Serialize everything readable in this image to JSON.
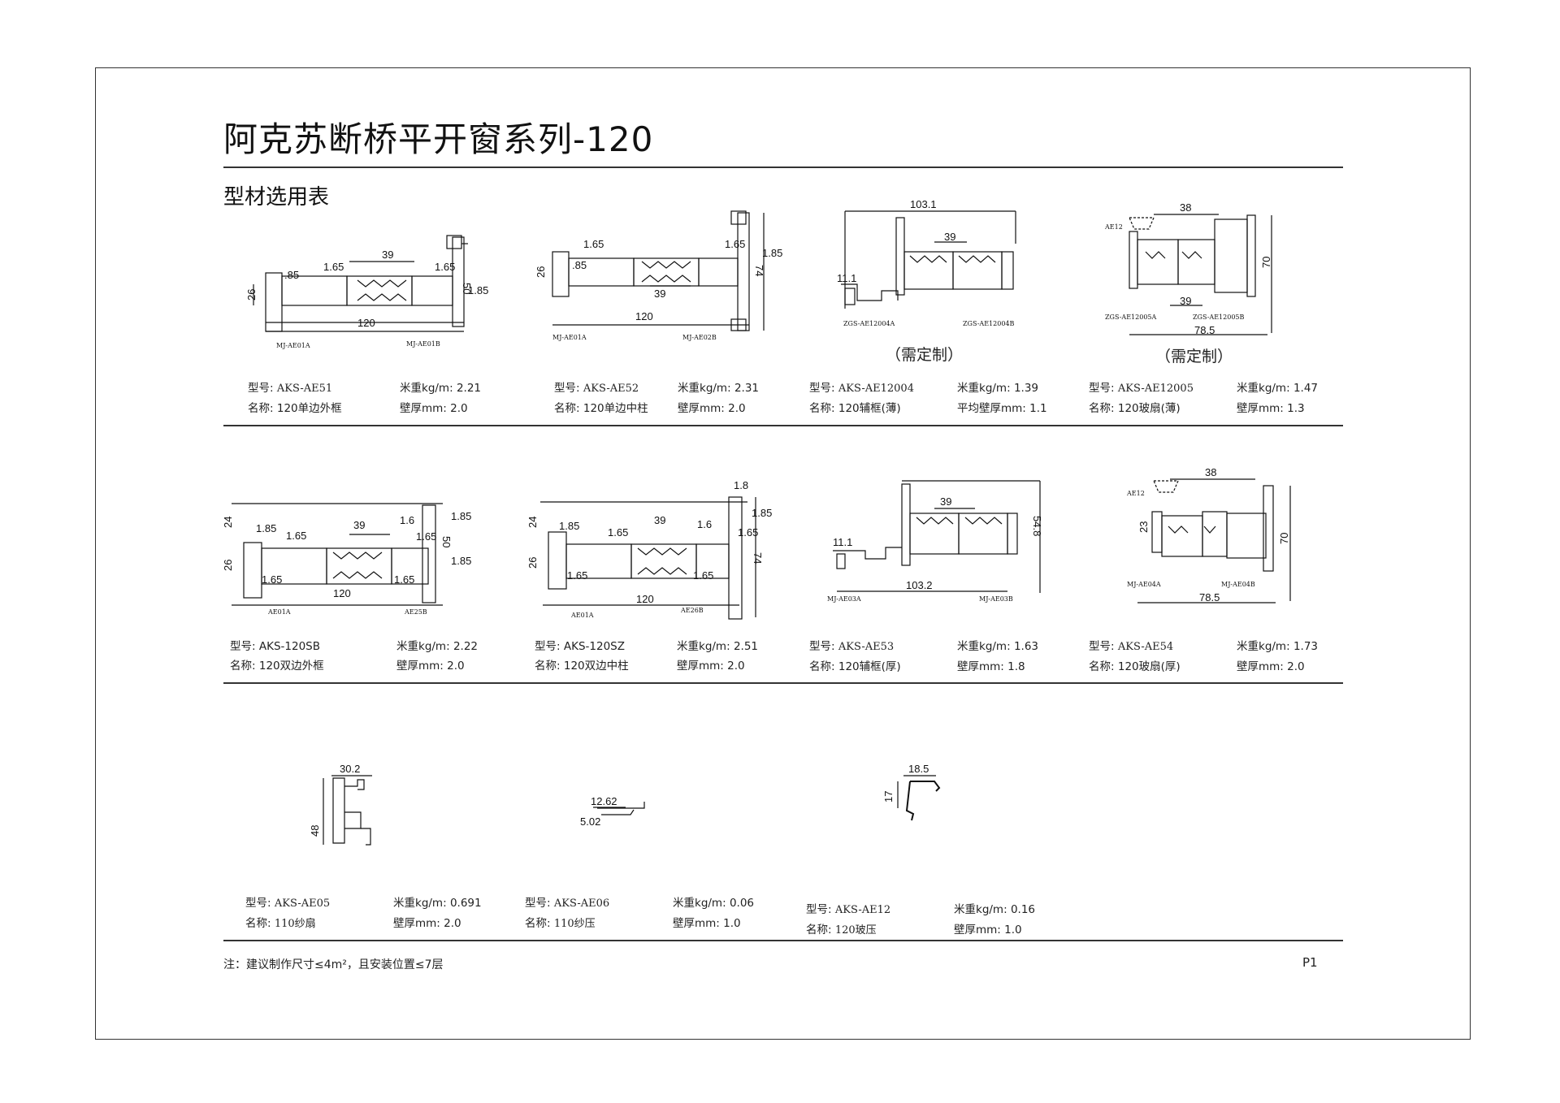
{
  "header": {
    "title": "阿克苏断桥平开窗系列-120",
    "subtitle": "型材选用表"
  },
  "labels": {
    "model": "型号:",
    "name": "名称:",
    "weight": "米重kg/m:",
    "thickness": "壁厚mm:",
    "avg_thickness": "平均壁厚mm:",
    "custom": "（需定制）"
  },
  "profiles": [
    {
      "model": "AKS-AE51",
      "weight": "2.21",
      "name": "120单边外框",
      "thickness": "2.0",
      "dims": [
        "39",
        "1.65",
        "1.65",
        "1.85",
        ".85",
        "26",
        "50",
        "120"
      ],
      "codes": [
        "MJ-AE01A",
        "MJ-AE01B"
      ]
    },
    {
      "model": "AKS-AE52",
      "weight": "2.31",
      "name": "120单边中柱",
      "thickness": "2.0",
      "dims": [
        "1.65",
        "1.65",
        "1.85",
        "26",
        ".85",
        "39",
        "74",
        "120"
      ],
      "codes": [
        "MJ-AE01A",
        "MJ-AE02B"
      ]
    },
    {
      "model": "AKS-AE12004",
      "weight": "1.39",
      "name": "120辅框(薄)",
      "thickness": "1.1",
      "dims": [
        "103.1",
        "39",
        "11.1"
      ],
      "codes": [
        "ZGS-AE12004A",
        "ZGS-AE12004B"
      ]
    },
    {
      "model": "AKS-AE12005",
      "weight": "1.47",
      "name": "120玻扇(薄)",
      "thickness": "1.3",
      "dims": [
        "38",
        "70",
        "39",
        "78.5"
      ],
      "codes": [
        "AE12",
        "ZGS-AE12005A",
        "ZGS-AE12005B"
      ]
    },
    {
      "model": "AKS-120SB",
      "weight": "2.22",
      "name": "120双边外框",
      "thickness": "2.0",
      "dims": [
        "24",
        "1.85",
        "1.65",
        "39",
        "1.6",
        "1.85",
        "1.65",
        "50",
        "26",
        "1.85",
        "1.65",
        "1.65",
        "120"
      ],
      "codes": [
        "AE01A",
        "AE25B"
      ]
    },
    {
      "model": "AKS-120SZ",
      "weight": "2.51",
      "name": "120双边中柱",
      "thickness": "2.0",
      "dims": [
        "1.8",
        "24",
        "1.85",
        "1.65",
        "39",
        "1.6",
        "1.85",
        "1.65",
        "74",
        "26",
        "1.65",
        "1.65",
        "120"
      ],
      "codes": [
        "AE01A",
        "AE26B"
      ]
    },
    {
      "model": "AKS-AE53",
      "weight": "1.63",
      "name": "120辅框(厚)",
      "thickness": "1.8",
      "dims": [
        "39",
        "54.8",
        "11.1",
        "103.2"
      ],
      "codes": [
        "MJ-AE03A",
        "MJ-AE03B"
      ]
    },
    {
      "model": "AKS-AE54",
      "weight": "1.73",
      "name": "120玻扇(厚)",
      "thickness": "2.0",
      "dims": [
        "38",
        "23",
        "70",
        "78.5"
      ],
      "codes": [
        "AE12",
        "MJ-AE04A",
        "MJ-AE04B"
      ]
    },
    {
      "model": "AKS-AE05",
      "weight": "0.691",
      "name": "110纱扇",
      "thickness": "2.0",
      "dims": [
        "30.2",
        "48"
      ],
      "codes": []
    },
    {
      "model": "AKS-AE06",
      "weight": "0.06",
      "name": "110纱压",
      "thickness": "1.0",
      "dims": [
        "12.62",
        "5.02"
      ],
      "codes": []
    },
    {
      "model": "AKS-AE12",
      "weight": "0.16",
      "name": "120玻压",
      "thickness": "1.0",
      "dims": [
        "18.5",
        "17"
      ],
      "codes": []
    }
  ],
  "footer": {
    "note": "注：建议制作尺寸≤4m²，且安装位置≤7层",
    "page": "P1"
  }
}
